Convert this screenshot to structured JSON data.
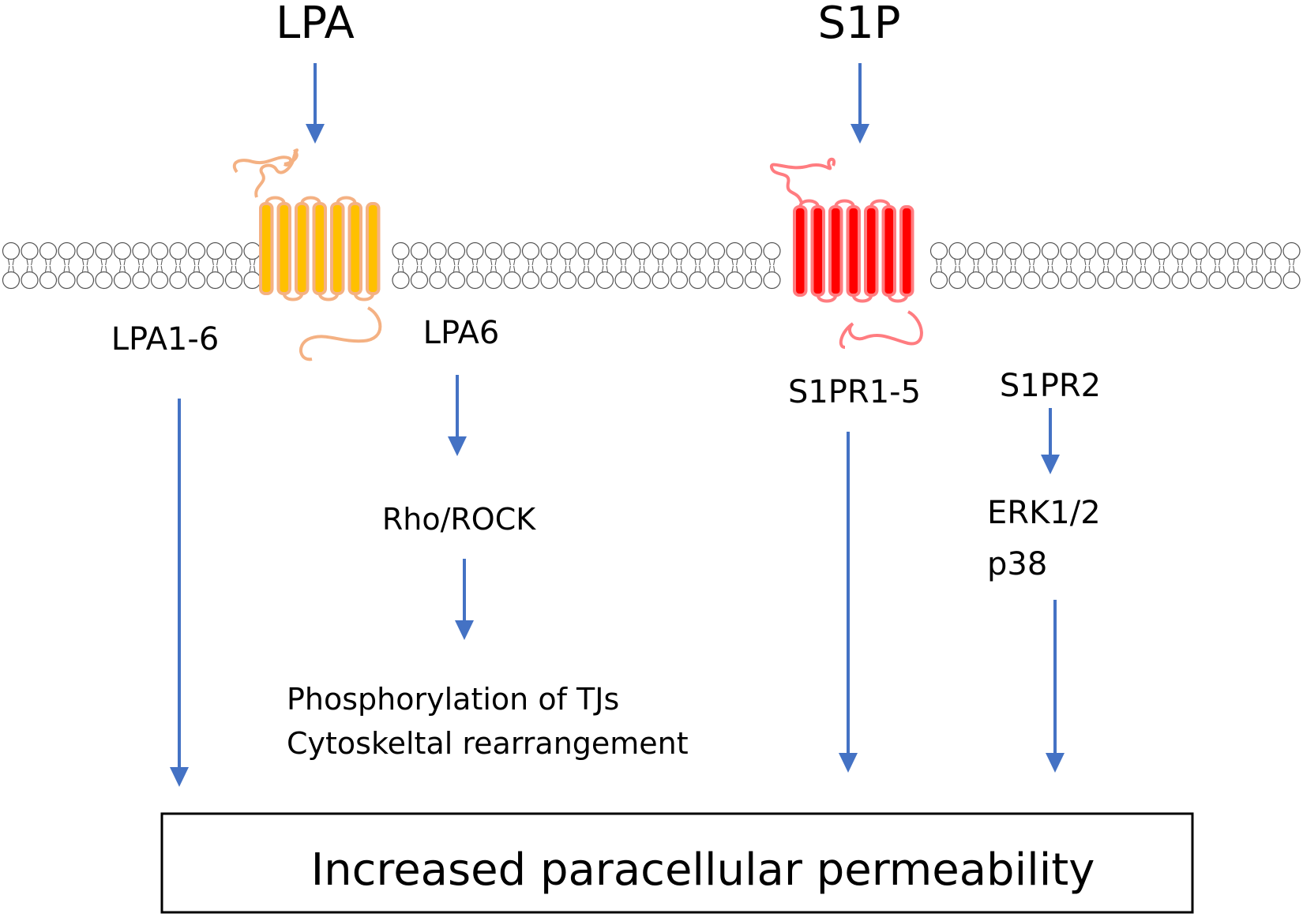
{
  "ligands": {
    "lpa": "LPA",
    "s1p": "S1P"
  },
  "receptors": {
    "lpa_all": "LPA1-6",
    "lpa6": "LPA6",
    "s1pr_all": "S1PR1-5",
    "s1pr2": "S1PR2"
  },
  "pathway": {
    "rho_rock": "Rho/ROCK",
    "erk": "ERK1/2",
    "p38": "p38",
    "tj_phos": "Phosphorylation of TJs",
    "cytoskeletal": "Cytoskeltal rearrangement"
  },
  "outcome": "Increased paracellular permeability",
  "colors": {
    "arrow": "#4472c4",
    "lpa_receptor_fill": "#ffc000",
    "lpa_receptor_outline": "#f4b183",
    "s1p_receptor_fill": "#ff0000",
    "s1p_receptor_outline": "#ff7c80"
  }
}
